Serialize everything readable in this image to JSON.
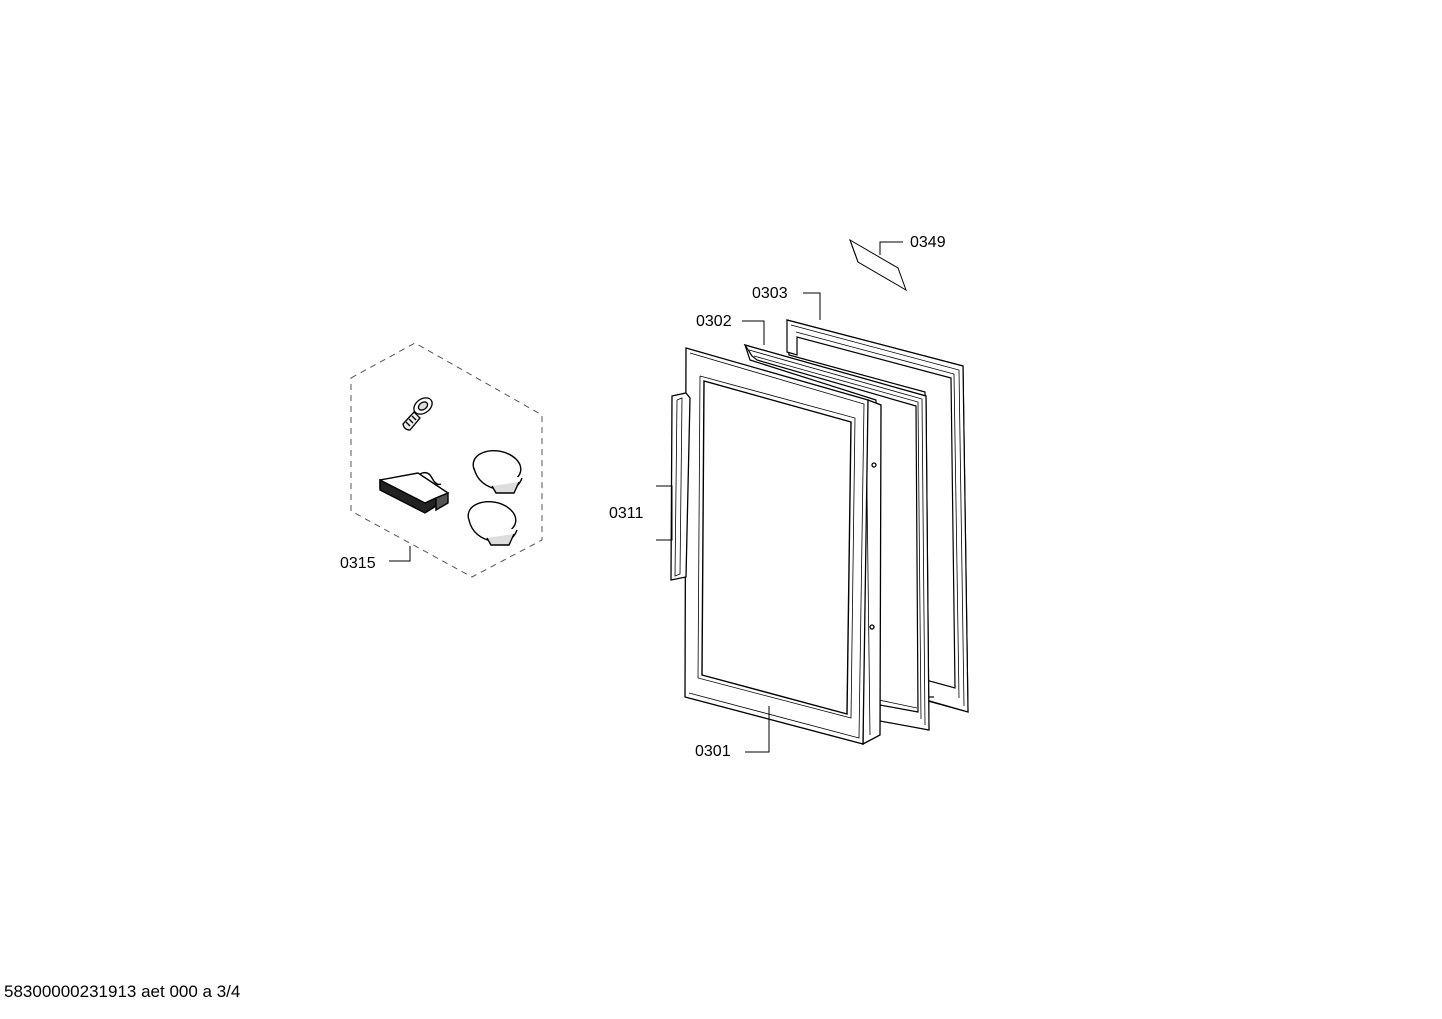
{
  "parts": {
    "p0349": "0349",
    "p0303": "0303",
    "p0302": "0302",
    "p0311": "0311",
    "p0301": "0301",
    "p0315": "0315"
  },
  "footer": {
    "doc_id": "58300000231913 aet 000 a 3/4"
  }
}
